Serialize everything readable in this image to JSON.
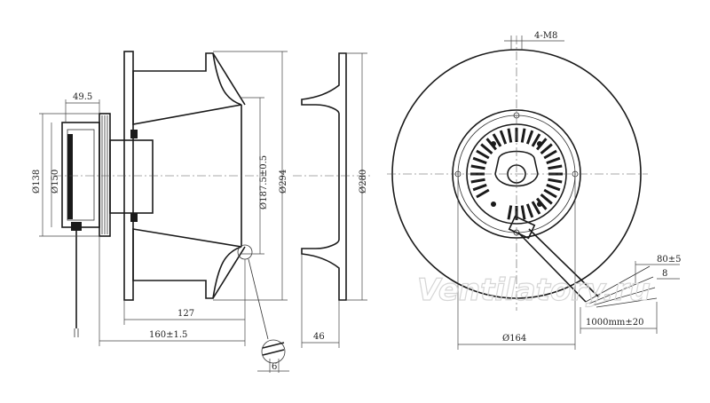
{
  "side_view": {
    "dims": {
      "hub_width": "49.5",
      "motor_dia_inner": "Ø138",
      "motor_dia_outer": "Ø150",
      "inlet_dia": "Ø187.5±0.5",
      "wheel_dia": "Ø294",
      "depth_127": "127",
      "depth_total": "160±1.5",
      "plate_thickness": "6"
    }
  },
  "inlet_ring": {
    "dims": {
      "ring_dia": "Ø280",
      "ring_depth": "46"
    }
  },
  "front_view": {
    "dims": {
      "mount_holes": "4-M8",
      "bolt_circle": "Ø164",
      "cable_strip": "80±5",
      "wire_end": "8",
      "cable_length": "1000mm±20"
    }
  },
  "watermark": "Ventilatory.ru"
}
